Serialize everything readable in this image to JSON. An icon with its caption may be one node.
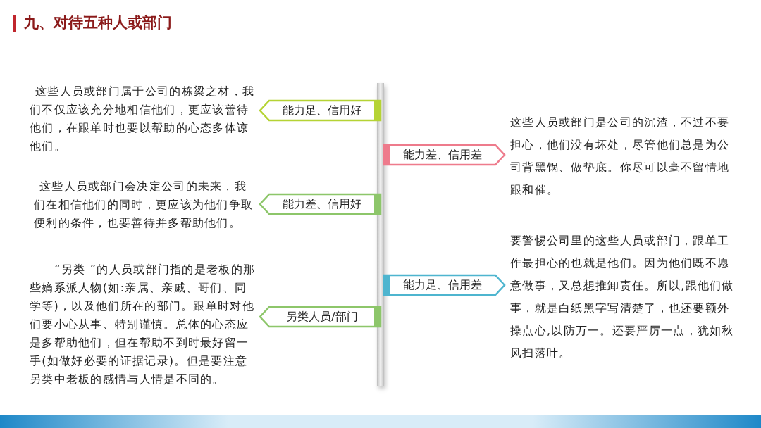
{
  "diagram": {
    "title": "九、对待五种人或部门",
    "nodes": [
      {
        "text": [
          "能力足、信用好"
        ],
        "beside": [
          "这些人员或部门属于公司的栋梁之材，我们不仅应该充分地相信他们，更应该善待他们，在跟单时也要以帮助的心态多体谅他们。"
        ]
      },
      {
        "text": [
          "能力差、信用差"
        ],
        "beside": [
          "这些人员或部门是公司的沉渣，不过不要担心，他们没有坏处，尽管他们总是为公司背黑锅、做垫底。你尽可以毫不留情地跟和催。"
        ]
      },
      {
        "text": [
          "能力差、信用好"
        ],
        "beside": [
          "这些人员或部门会决定公司的未来，我们在相信他们的同时，更应该为他们争取便利的条件，也要善待并多帮助他们。"
        ]
      },
      {
        "text": [
          "能力足、信用差"
        ],
        "beside": [
          "要警惕公司里的这些人员或部门，跟单工作最担心的也就是他们。因为他们既不愿意做事，又总想推卸责任。所以,跟他们做事，就是白纸黑字写清楚了，也还要额外操点心,以防万一。还要严厉一点，犹如秋风扫落叶。"
        ]
      },
      {
        "text": [
          "另类人员/部门"
        ],
        "beside": [
          "“另类 ”的人员或部门指的是老板的那些嫡系派人物(如:亲属、亲戚、哥们、同学等)，以及他们所在的部门。跟单时对他们要小心从事、特别谨慎。总体的心态应是多帮助他们，但在帮助不到时最好留一手(如做好必要的证据记录)。但是要注意另类中老板的感情与人情是不同的。"
        ]
      }
    ]
  }
}
